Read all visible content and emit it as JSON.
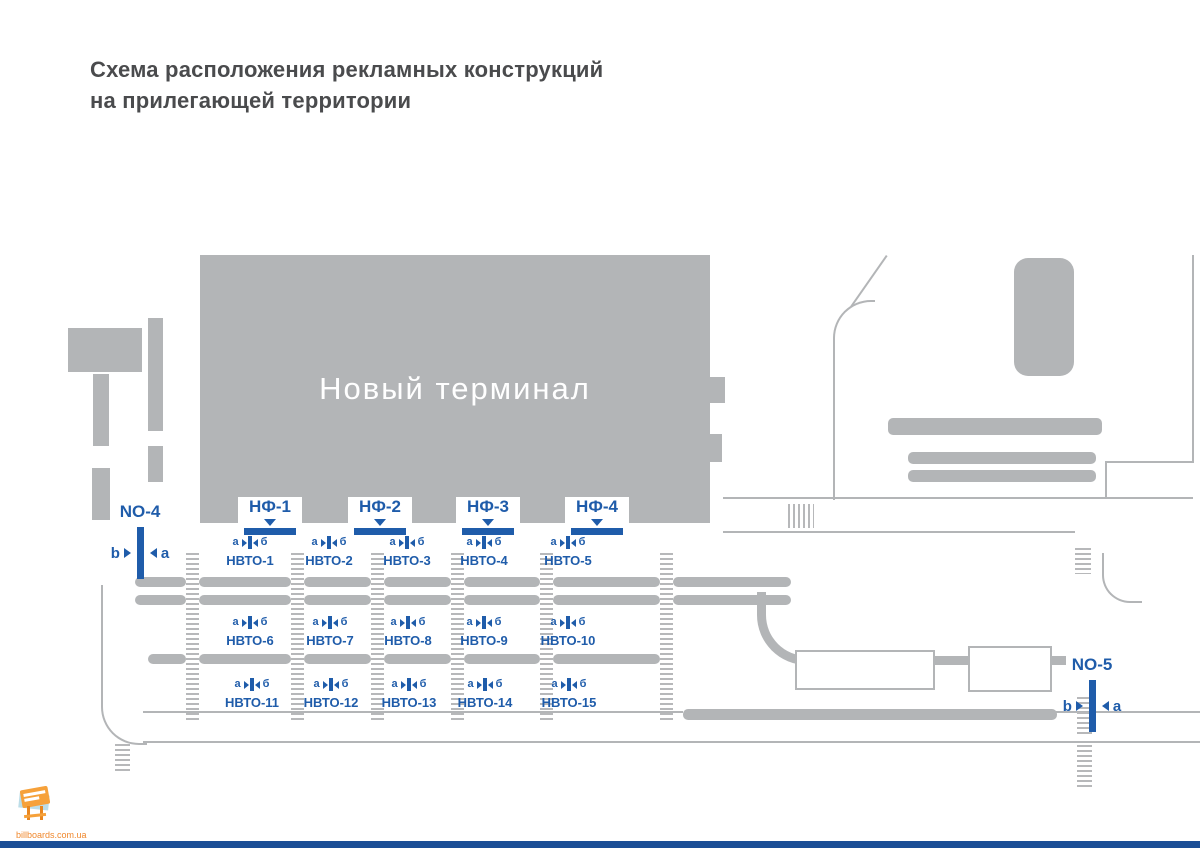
{
  "title": {
    "line1": "Схема расположения рекламных конструкций",
    "line2": "на прилегающей территории"
  },
  "terminal": {
    "label": "Новый терминал"
  },
  "nf": [
    "НФ-1",
    "НФ-2",
    "НФ-3",
    "НФ-4"
  ],
  "ab": {
    "a": "а",
    "b": "б"
  },
  "nvto": [
    "НВТО-1",
    "НВТО-2",
    "НВТО-3",
    "НВТО-4",
    "НВТО-5",
    "НВТО-6",
    "НВТО-7",
    "НВТО-8",
    "НВТО-9",
    "НВТО-10",
    "НВТО-11",
    "НВТО-12",
    "НВТО-13",
    "НВТО-14",
    "НВТО-15"
  ],
  "no4": {
    "label": "NO-4",
    "b": "b",
    "a": "a"
  },
  "no5": {
    "label": "NO-5",
    "b": "b",
    "a": "a"
  },
  "footer": {
    "brand": "billboards.com.ua"
  },
  "colors": {
    "marker_blue": "#1f5caa",
    "building_gray": "#b3b5b7",
    "title_gray": "#4a4b4d",
    "brand_orange": "#f0882d",
    "bottom_bar_blue": "#1b4e96"
  }
}
